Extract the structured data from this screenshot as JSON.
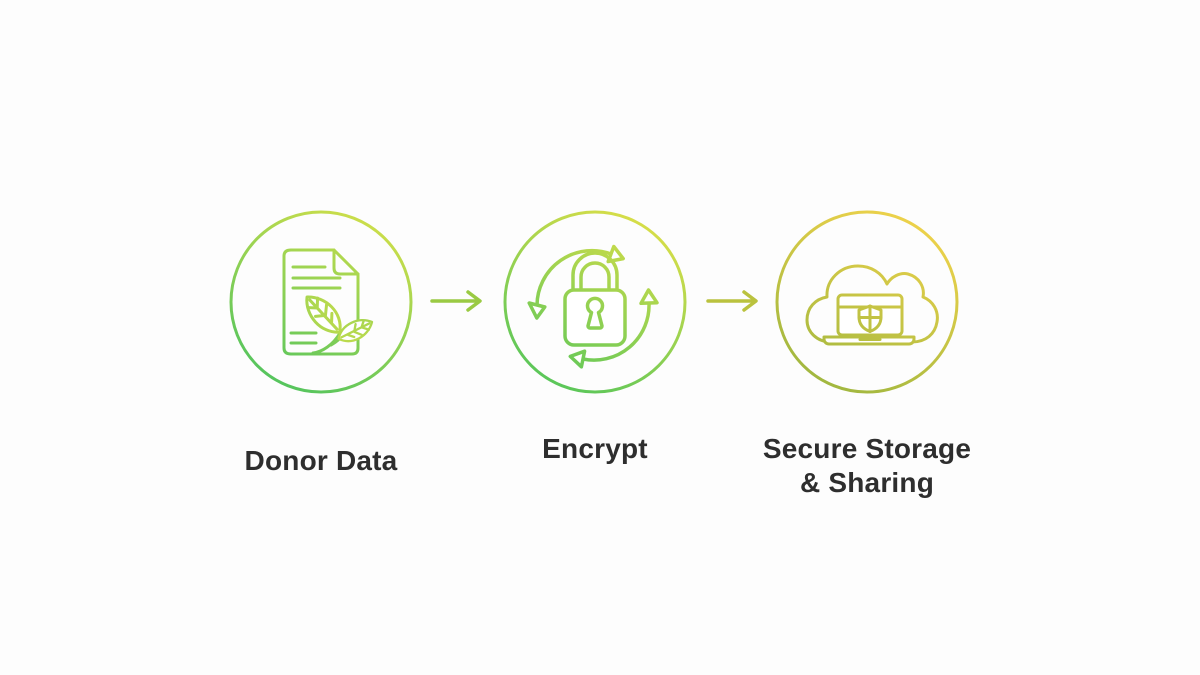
{
  "page": {
    "background": "#fdfdfd",
    "text_color": "#2e2e2e"
  },
  "diagram": {
    "steps": [
      {
        "name": "donor-data",
        "icon": "document-leaves-icon",
        "label_lines": [
          "Donor Data"
        ],
        "gradient_from": "#53c45e",
        "gradient_to": "#cdde4a"
      },
      {
        "name": "encrypt",
        "icon": "lock-refresh-icon",
        "label_lines": [
          "Encrypt"
        ],
        "gradient_from": "#58c65a",
        "gradient_to": "#d9de48"
      },
      {
        "name": "secure-storage-sharing",
        "icon": "cloud-laptop-shield-icon",
        "label_lines": [
          "Secure Storage",
          "& Sharing"
        ],
        "gradient_from": "#a0b73f",
        "gradient_to": "#eed24b"
      }
    ],
    "connectors": [
      {
        "color": "#9aca43"
      },
      {
        "color": "#bac23e"
      }
    ]
  }
}
